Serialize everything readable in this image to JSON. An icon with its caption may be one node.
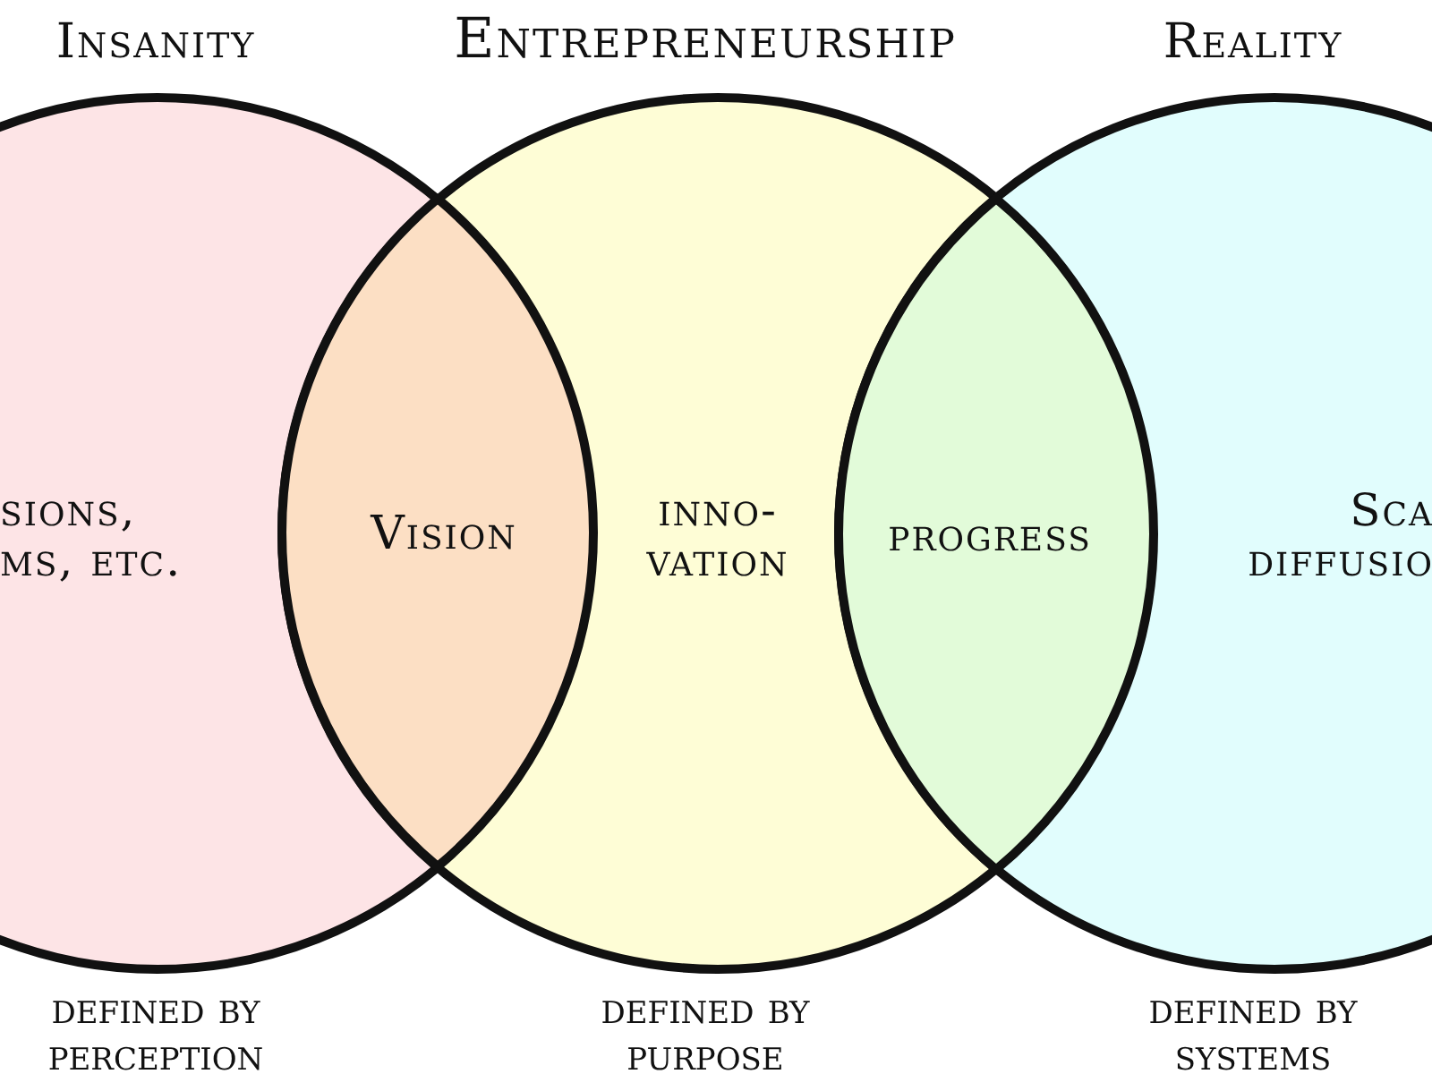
{
  "diagram": {
    "nodes": [
      {
        "text": [
          "Insanity",
          "sions, ms, etc."
        ],
        "beside": [
          "defined by perception"
        ]
      },
      {
        "text": [
          "Entrepreneurship",
          "inno- vation"
        ],
        "beside": [
          "defined by purpose"
        ]
      },
      {
        "text": [
          "Reality",
          "Sca diffusio"
        ],
        "beside": [
          "defined by systems"
        ]
      },
      {
        "text": [
          "Vision"
        ]
      },
      {
        "text": [
          "progress"
        ]
      }
    ]
  }
}
